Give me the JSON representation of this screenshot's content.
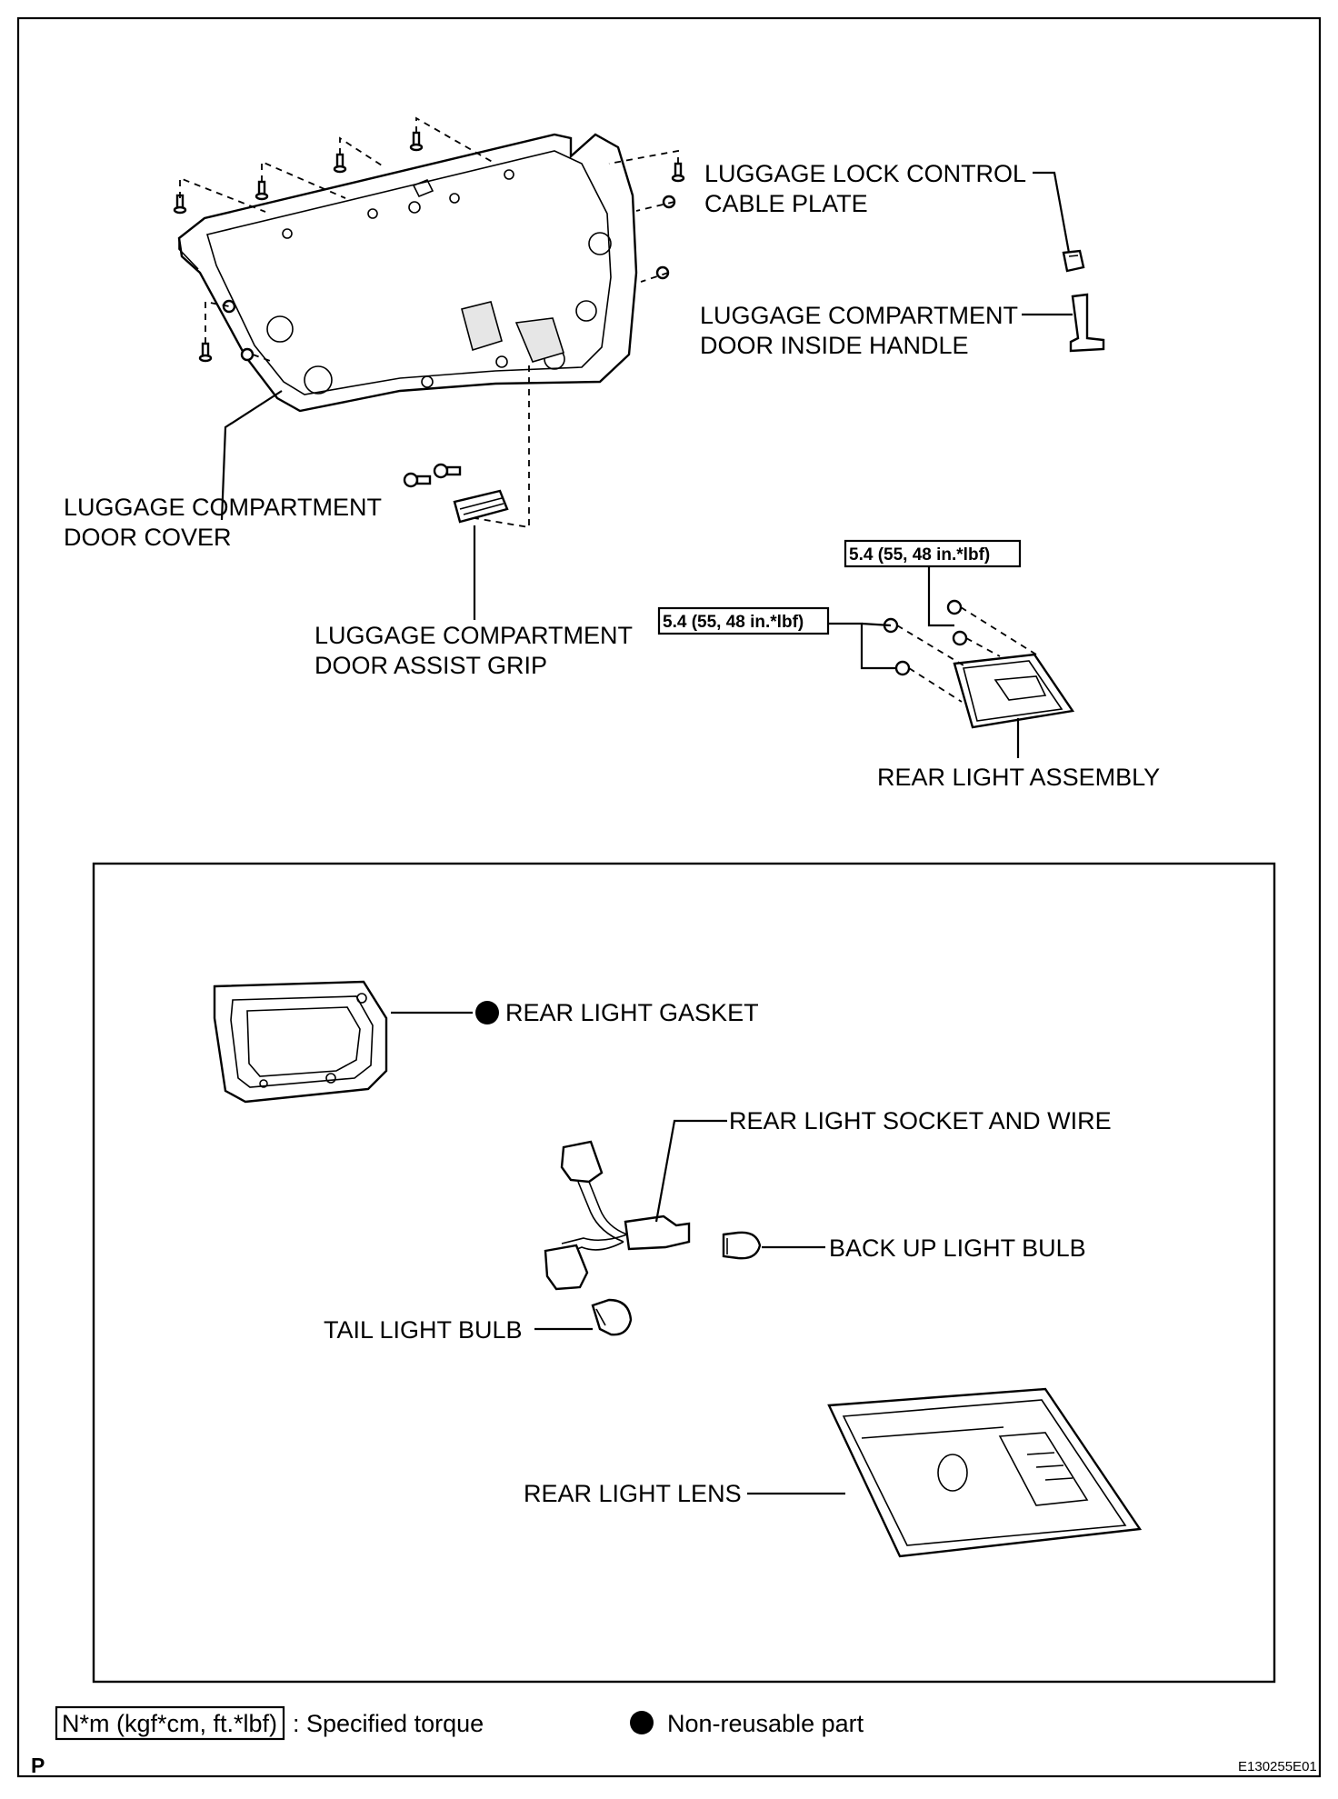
{
  "labels": {
    "lock_plate": [
      "LUGGAGE LOCK CONTROL",
      "CABLE PLATE"
    ],
    "inside_handle": [
      "LUGGAGE COMPARTMENT",
      "DOOR INSIDE HANDLE"
    ],
    "door_cover": [
      "LUGGAGE COMPARTMENT",
      "DOOR COVER"
    ],
    "assist_grip": [
      "LUGGAGE COMPARTMENT",
      "DOOR ASSIST GRIP"
    ],
    "rear_light_assembly": "REAR LIGHT ASSEMBLY",
    "rear_light_gasket": "REAR LIGHT GASKET",
    "socket_wire": "REAR LIGHT SOCKET AND WIRE",
    "backup_bulb": "BACK UP LIGHT BULB",
    "tail_bulb": "TAIL LIGHT BULB",
    "rear_light_lens": "REAR LIGHT LENS"
  },
  "torques": [
    "5.4 (55, 48 in.*lbf)",
    "5.4 (55, 48 in.*lbf)"
  ],
  "legend": {
    "torque_box": "N*m (kgf*cm, ft.*lbf)",
    "torque_text": ": Specified torque",
    "nonreusable_text": "Non-reusable part"
  },
  "footer": {
    "page_mark": "P",
    "figure_id": "E130255E01"
  }
}
